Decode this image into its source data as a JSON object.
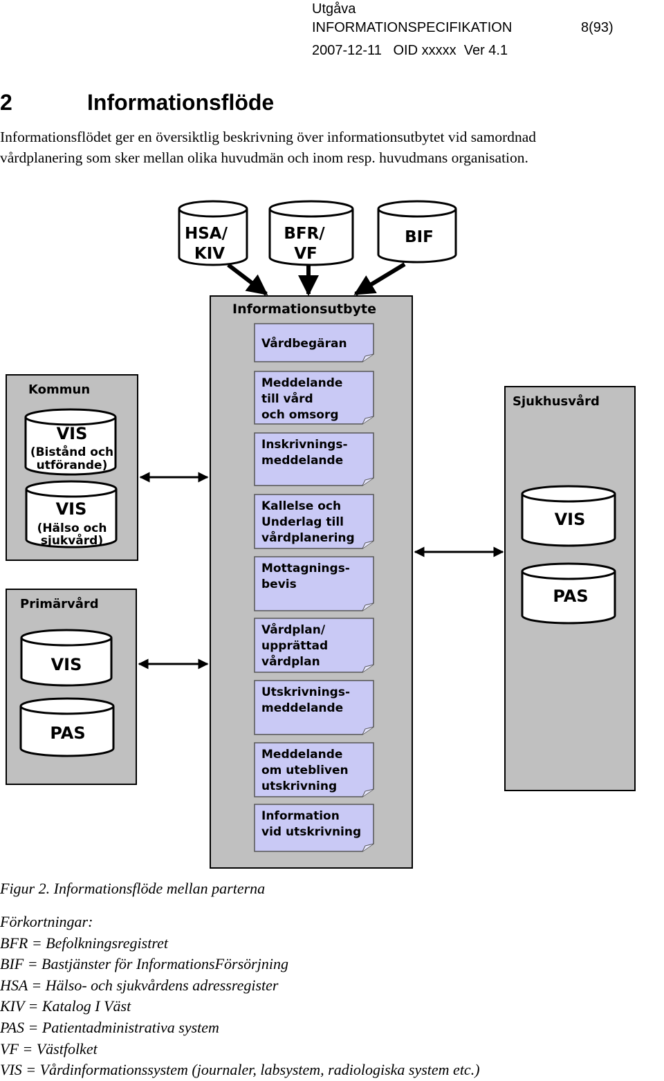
{
  "header": {
    "line1": "Utgåva",
    "line2": "INFORMATIONSPECIFIKATION",
    "page": "8(93)",
    "line3": "2007-12-11   OID xxxxx  Ver 4.1"
  },
  "section": {
    "number": "2",
    "title": "Informationsflöde",
    "intro_line1": "Informationsflödet ger en översiktlig beskrivning över informationsutbytet vid samordnad",
    "intro_line2": "vårdplanering som sker mellan olika huvudmän och inom resp. huvudmans organisation."
  },
  "diagram": {
    "sources": [
      {
        "line1": "HSA/",
        "line2": "KIV"
      },
      {
        "line1": "BFR/",
        "line2": "VF"
      },
      {
        "line1": "BIF",
        "line2": ""
      }
    ],
    "center_title": "Informationsutbyte",
    "messages": [
      [
        "Vårdbegäran"
      ],
      [
        "Meddelande",
        "till vård",
        "och omsorg"
      ],
      [
        "Inskrivnings-",
        "meddelande"
      ],
      [
        "Kallelse och",
        "Underlag till",
        "vårdplanering"
      ],
      [
        "Mottagnings-",
        "bevis"
      ],
      [
        "Vårdplan/",
        "upprättad",
        "vårdplan"
      ],
      [
        "Utskrivnings-",
        "meddelande"
      ],
      [
        "Meddelande",
        "om utebliven",
        "utskrivning"
      ],
      [
        "Information",
        "vid utskrivning"
      ]
    ],
    "kommun": {
      "title": "Kommun",
      "db1": {
        "name": "VIS",
        "sub1": "(Bistånd och",
        "sub2": "utförande)"
      },
      "db2": {
        "name": "VIS",
        "sub1": "(Hälso och",
        "sub2": "sjukvård)"
      }
    },
    "primarvard": {
      "title": "Primärvård",
      "db1": "VIS",
      "db2": "PAS"
    },
    "sjukhusvard": {
      "title": "Sjukhusvård",
      "db1": "VIS",
      "db2": "PAS"
    }
  },
  "caption": "Figur 2. Informationsflöde mellan parterna",
  "abbreviations": {
    "heading": "Förkortningar:",
    "items": [
      "BFR = Befolkningsregistret",
      "BIF = Bastjänster för InformationsFörsörjning",
      "HSA = Hälso- och sjukvårdens adressregister",
      "KIV = Katalog I Väst",
      "PAS = Patientadministrativa system",
      "VF = Västfolket",
      "VIS = Vårdinformationssystem (journaler, labsystem, radiologiska system etc.)"
    ]
  }
}
